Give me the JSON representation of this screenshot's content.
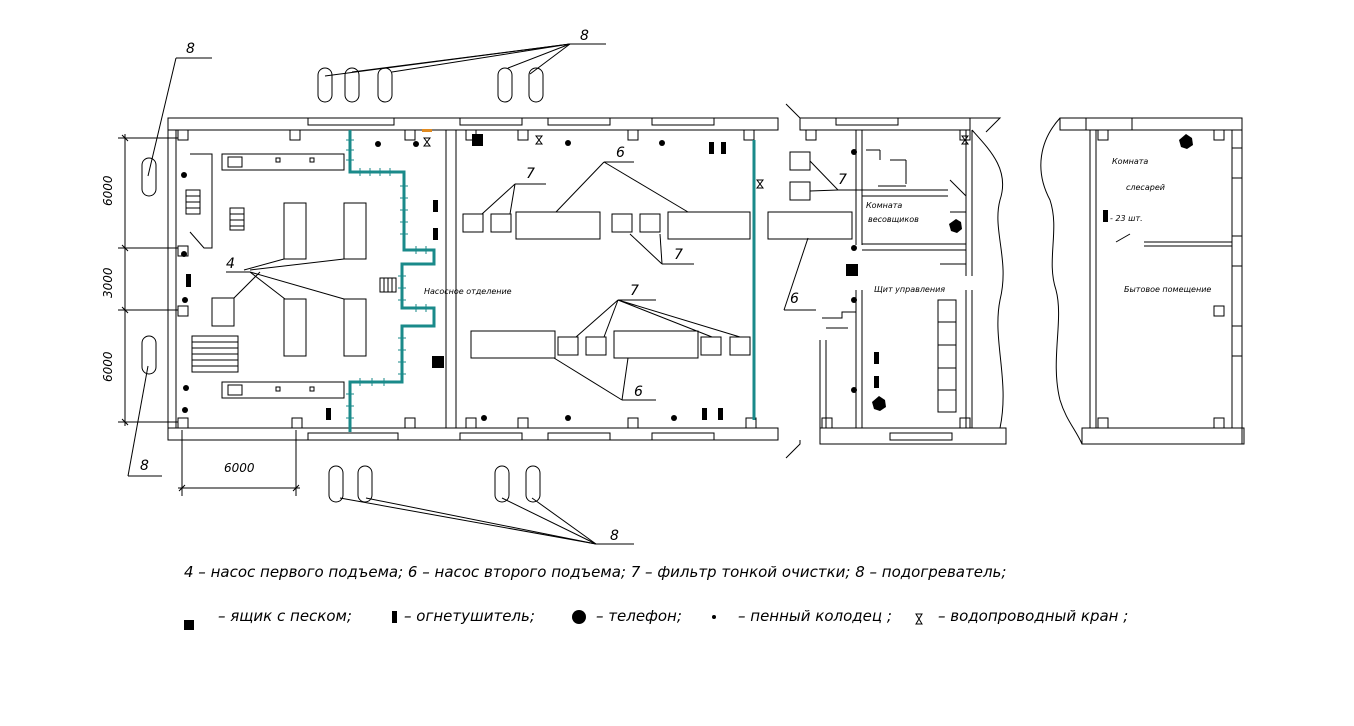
{
  "labels": {
    "marker_4": "4",
    "marker_6": "6",
    "marker_7": "7",
    "marker_8": "8",
    "pump_room": "Насосное отделение",
    "weighers_room": [
      "Комната",
      "весовщиков"
    ],
    "control_panel": "Щит управления",
    "locksmith_room": [
      "Комната",
      "слесарей"
    ],
    "extinguisher_count": "- 23 шт.",
    "utility_room": "Бытовое помещение"
  },
  "dimensions": {
    "dim_a": "6000",
    "dim_b": "3000",
    "dim_c": "6000",
    "dim_bottom": "6000"
  },
  "legend": {
    "line1": "4 – насос первого подъема; 6 – насос второго подъема; 7 – фильтр  тонкой очистки; 8 – подогреватель;",
    "sand_box": "– ящик с песком;",
    "extinguisher": "– огнетушитель;",
    "phone": "– телефон;",
    "foam_well": "–  пенный колодец ;",
    "water_tap": "– водопроводный кран ;"
  },
  "colors": {
    "line": "#000000",
    "pipe": "#1a8a8a",
    "tap_accent": "#e08a20"
  }
}
